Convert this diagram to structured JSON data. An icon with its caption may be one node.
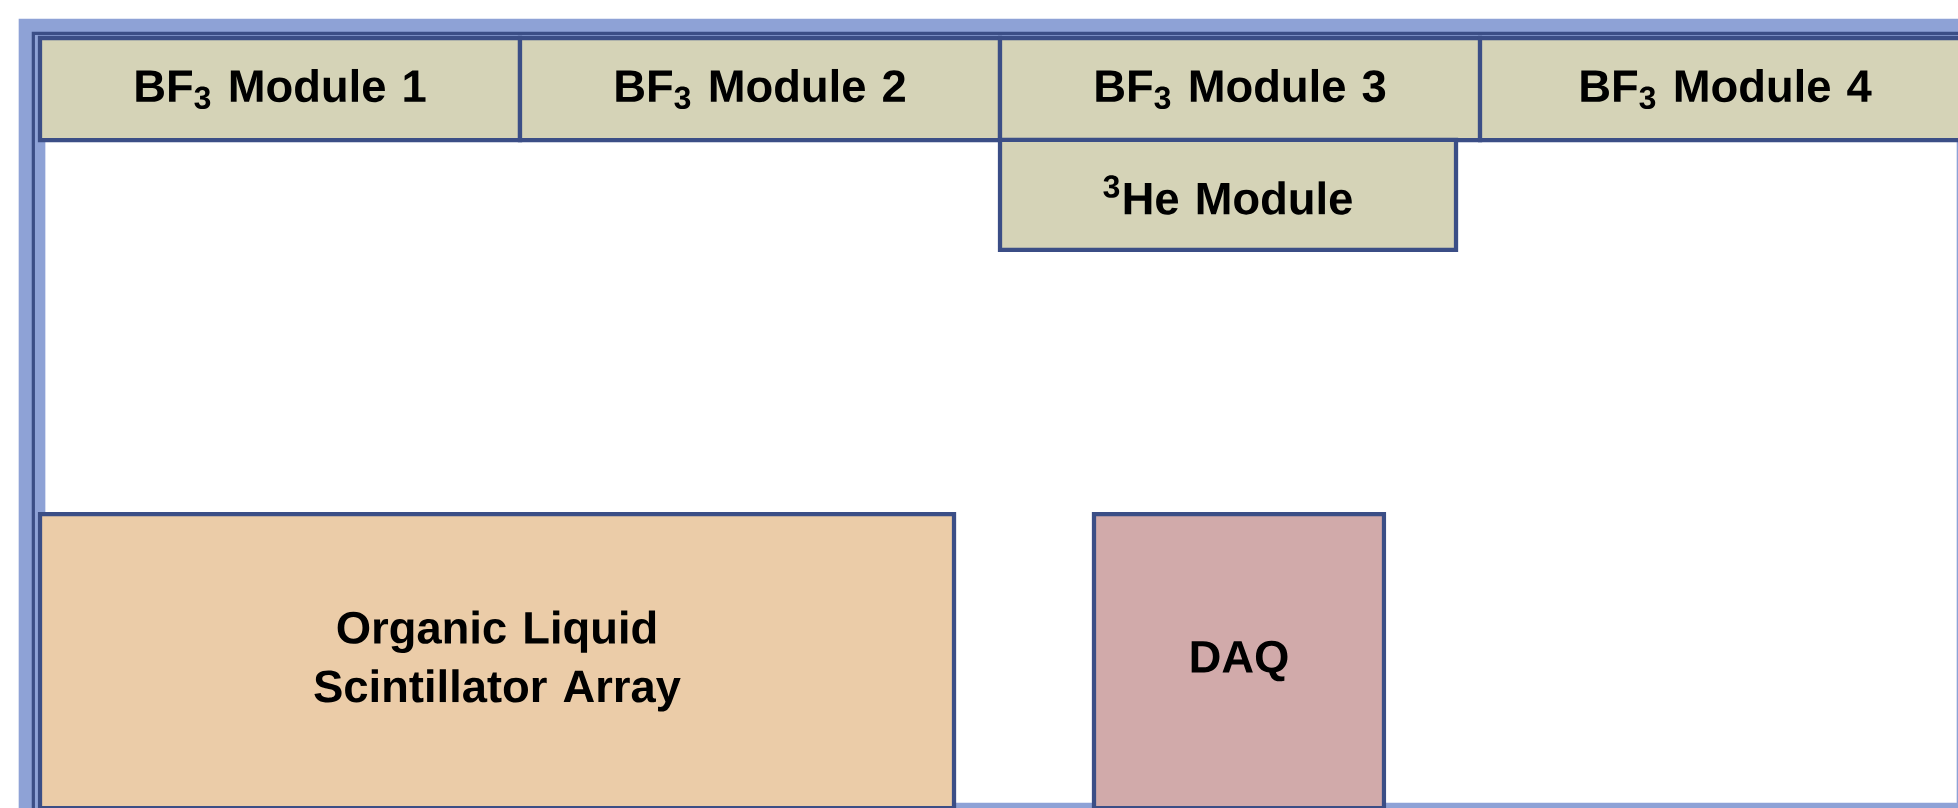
{
  "diagram": {
    "nodes": [
      {
        "text": [],
        "shape": "box"
      },
      {
        "text": [
          "BF$_{3}$ Module 1"
        ],
        "in": 0
      },
      {
        "text": [
          "BF$_{3}$ Module 2"
        ],
        "in": 0
      },
      {
        "text": [
          "BF$_{3}$ Module 3"
        ],
        "in": 0
      },
      {
        "text": [
          "BF$_{3}$ Module 4"
        ],
        "in": 0
      },
      {
        "text": [
          "$^{3}$He Module"
        ],
        "in": 0
      },
      {
        "text": [
          "Organic Liquid Scintillator Array"
        ],
        "in": 0
      },
      {
        "text": [
          "DAQ"
        ],
        "in": 0
      }
    ],
    "edges": []
  }
}
